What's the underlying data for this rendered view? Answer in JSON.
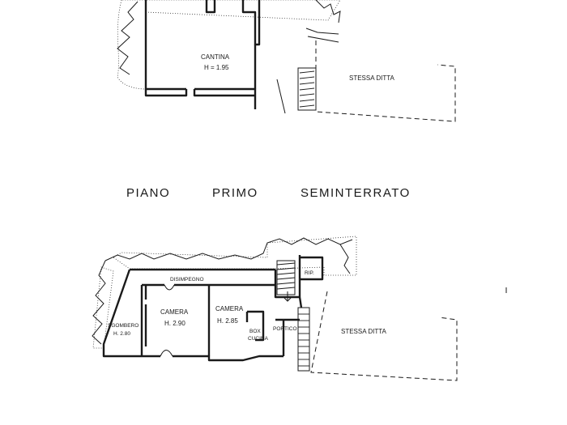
{
  "top_plan": {
    "cantina_label": "CANTINA",
    "cantina_height": "H = 1.95",
    "stessa_ditta": "STESSA DITTA"
  },
  "title": {
    "word1": "PIANO",
    "word2": "PRIMO",
    "word3": "SEMINTERRATO"
  },
  "bottom_plan": {
    "disimpegno": "DISIMPEGNO",
    "sgombero_label": "SGOMBERO",
    "sgombero_height": "H. 2.80",
    "camera1_label": "CAMERA",
    "camera1_height": "H. 2.90",
    "camera2_label": "CAMERA",
    "camera2_height": "H. 2.85",
    "rip": "RIP.",
    "box_1": "BOX",
    "box_2": "CUCINA",
    "portico": "PORTICO",
    "stessa_ditta": "STESSA DITTA"
  },
  "colors": {
    "ink": "#1a1a1a",
    "paper": "#ffffff"
  }
}
